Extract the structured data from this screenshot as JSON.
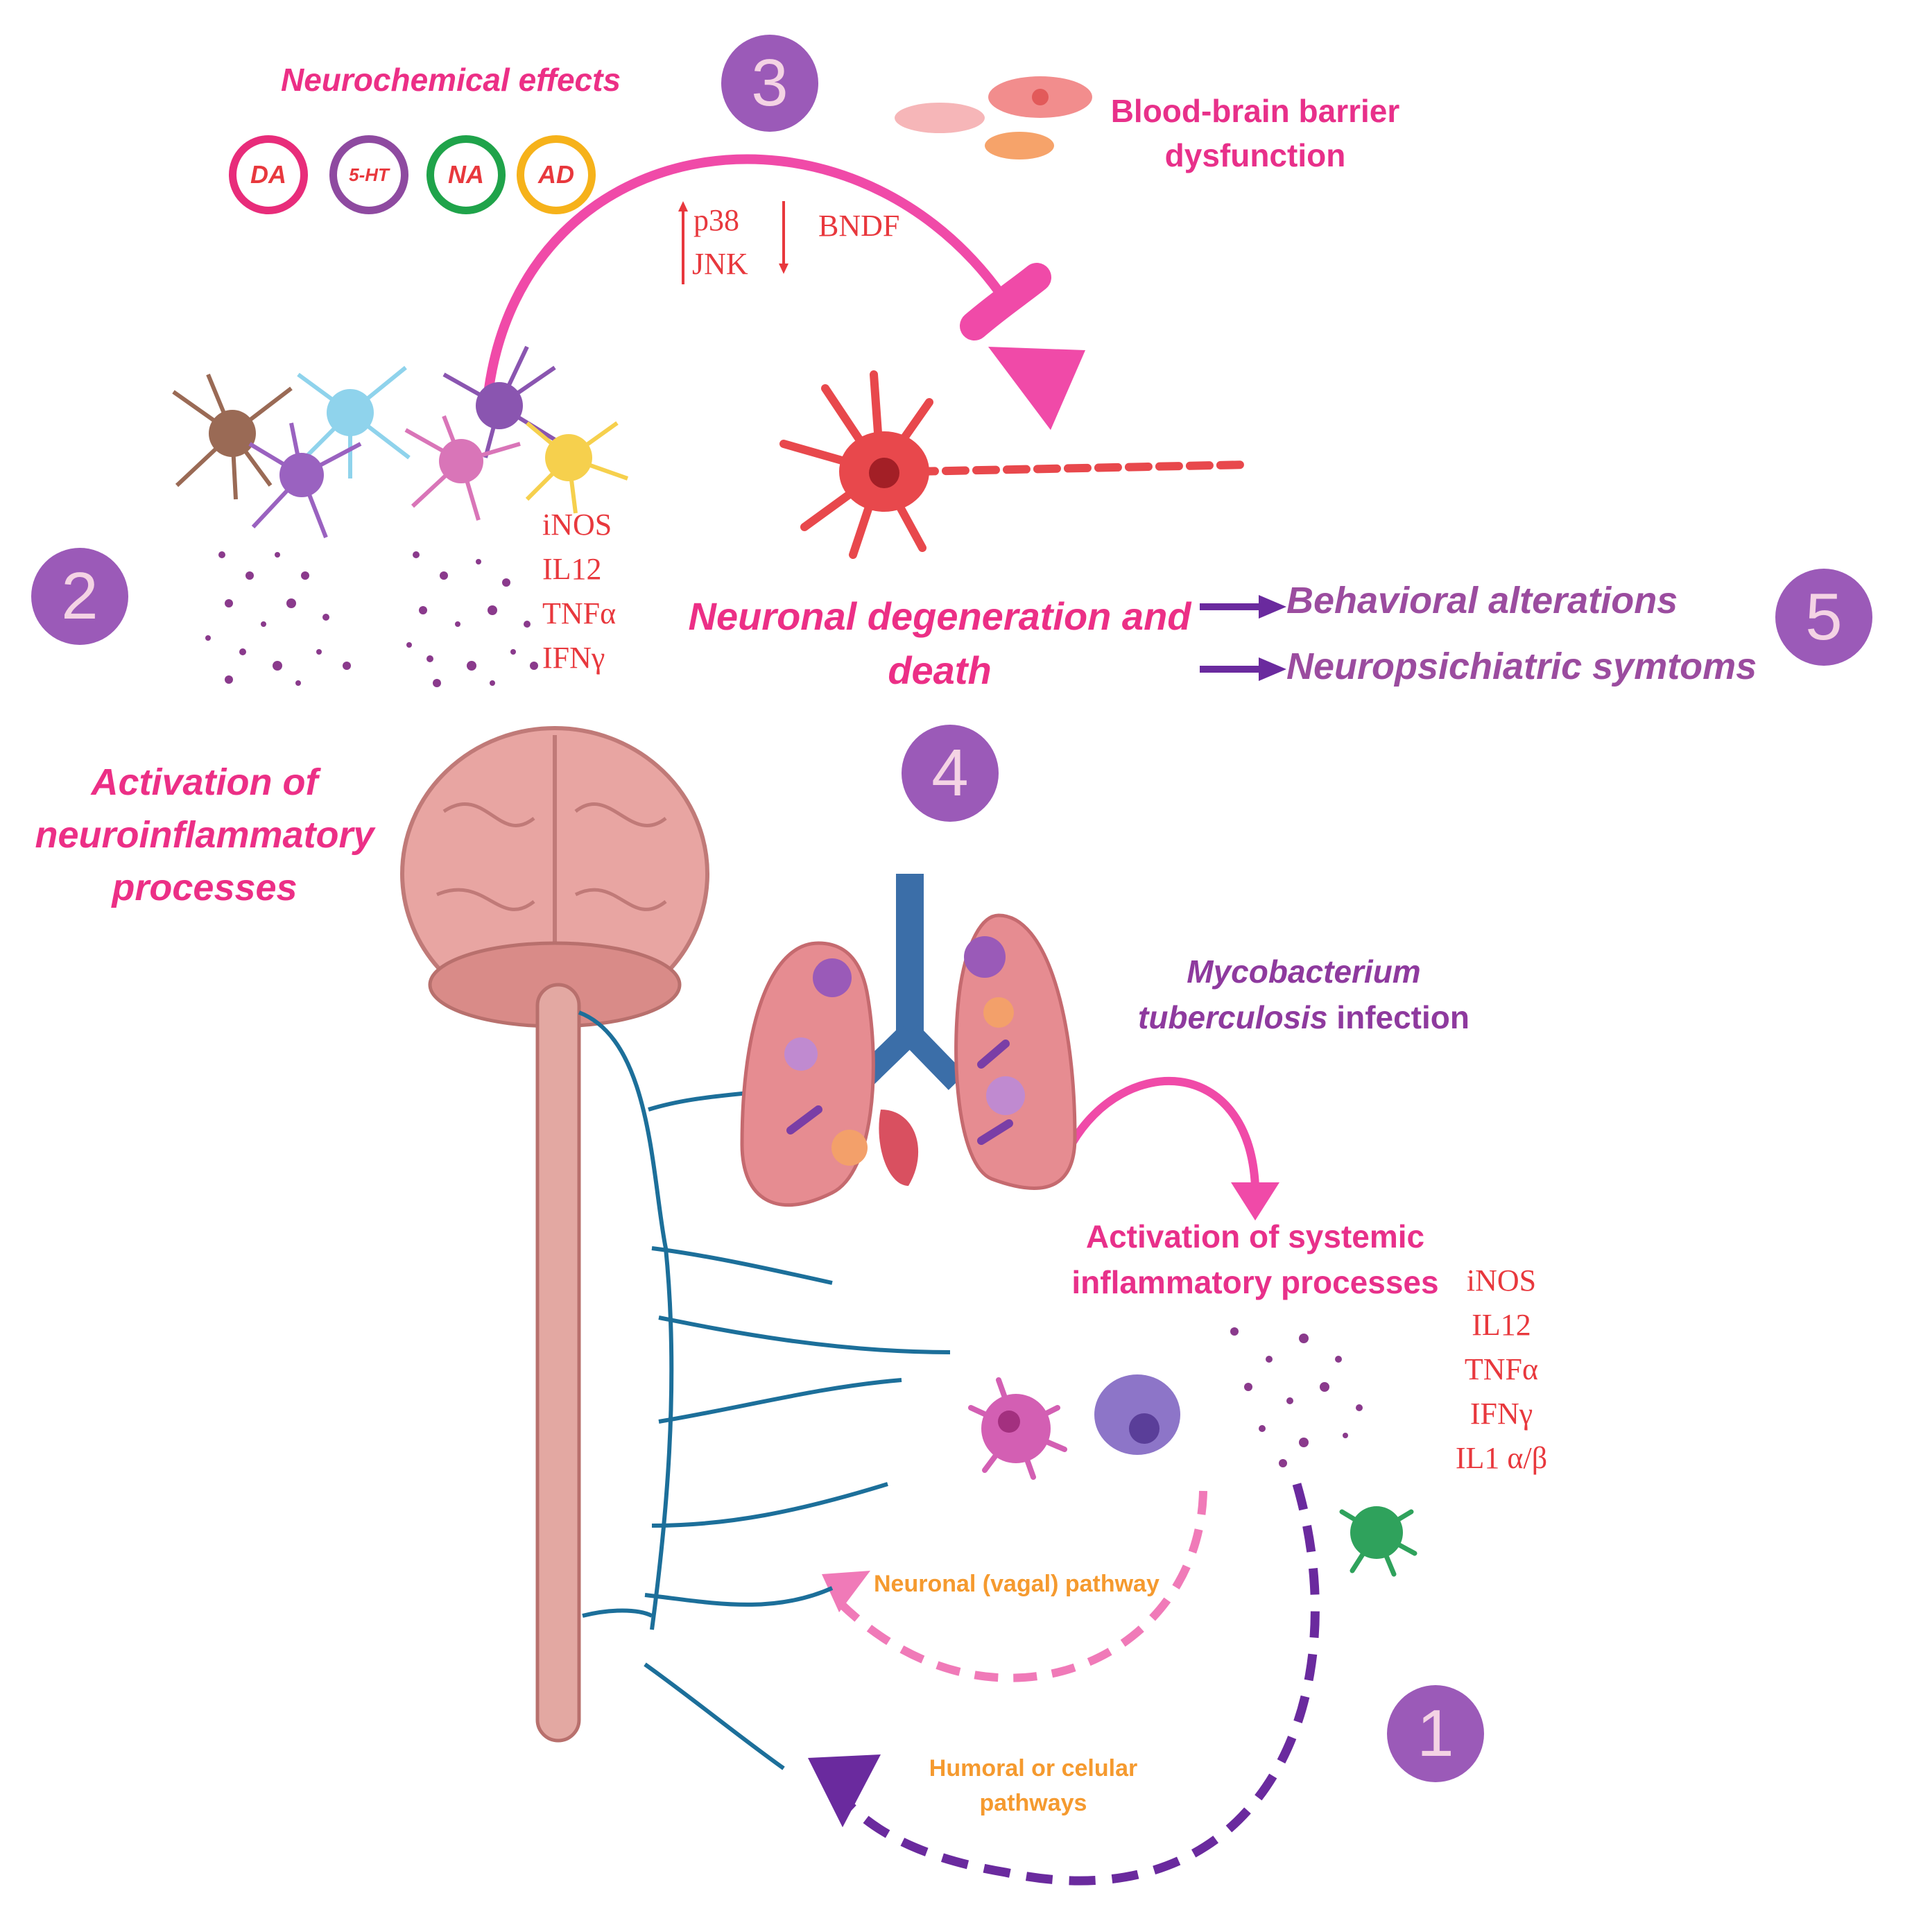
{
  "badges": {
    "one": "1",
    "two": "2",
    "three": "3",
    "four": "4",
    "five": "5"
  },
  "neurochemical": {
    "title": "Neurochemical effects",
    "transmitters": [
      {
        "label": "DA",
        "color": "#e82c7a"
      },
      {
        "label": "5-HT",
        "color": "#8e4aa0"
      },
      {
        "label": "NA",
        "color": "#1fa34a"
      },
      {
        "label": "AD",
        "color": "#f6b21a"
      }
    ]
  },
  "bbb": {
    "line1": "Blood-brain barrier",
    "line2": "dysfunction"
  },
  "signaling": {
    "up1": "p38",
    "up2": "JNK",
    "down": "BNDF"
  },
  "neuroinflammation": {
    "cytokines": [
      "iNOS",
      "IL12",
      "TNFα",
      "IFNγ"
    ],
    "label_line1": "Activation of",
    "label_line2": "neuroinflammatory",
    "label_line3": "processes"
  },
  "degeneration": {
    "line1": "Neuronal degeneration and",
    "line2": "death"
  },
  "outcomes": {
    "behavioral": "Behavioral alterations",
    "neuropsych": "Neuropsichiatric symtoms"
  },
  "infection": {
    "line1": "Mycobacterium",
    "line2_italic": "tuberculosis",
    "line2_rest": " infection"
  },
  "systemic": {
    "line1": "Activation of systemic",
    "line2": "inflammatory processes",
    "cytokines": [
      "iNOS",
      "IL12",
      "TNFα",
      "IFNγ",
      "IL1 α/β"
    ]
  },
  "pathways": {
    "vagal": "Neuronal (vagal) pathway",
    "humoral_line1": "Humoral or celular",
    "humoral_line2": "pathways"
  },
  "colors": {
    "accent_pink": "#ec2f86",
    "badge_purple": "#9b5ab8",
    "nerve_blue": "#1c6f9a",
    "pathway_orange": "#f59a2f"
  }
}
